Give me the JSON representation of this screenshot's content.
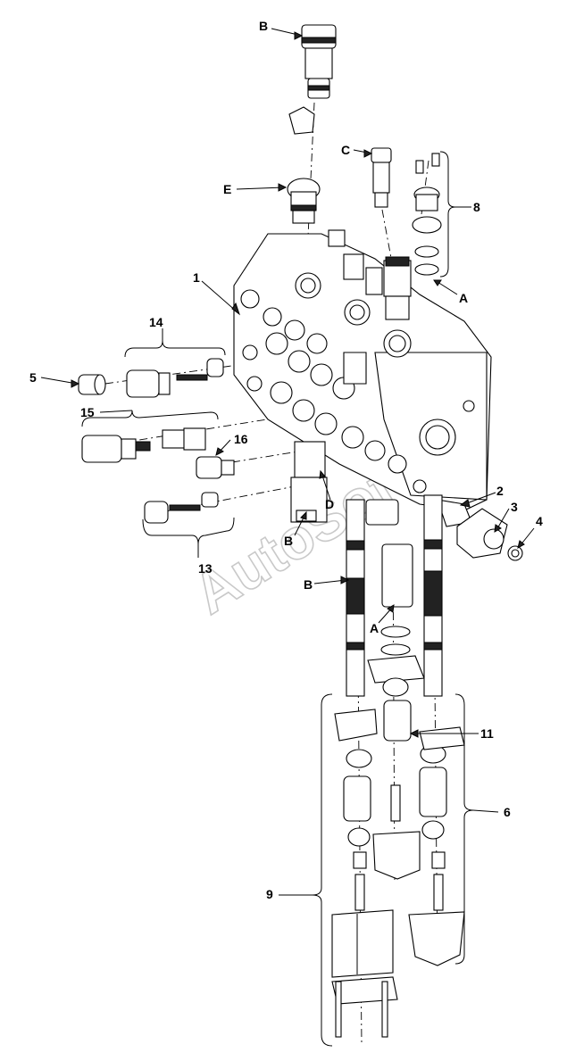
{
  "watermark": "AutoSoft",
  "callouts": {
    "B_top": "B",
    "C": "C",
    "E": "E",
    "n8": "8",
    "A_right": "A",
    "n1": "1",
    "n14": "14",
    "n5": "5",
    "n15": "15",
    "n16": "16",
    "n2": "2",
    "n3": "3",
    "n4": "4",
    "D": "D",
    "B_mid": "B",
    "n13": "13",
    "B_left": "B",
    "A_mid": "A",
    "n11": "11",
    "n6": "6",
    "n9": "9"
  }
}
